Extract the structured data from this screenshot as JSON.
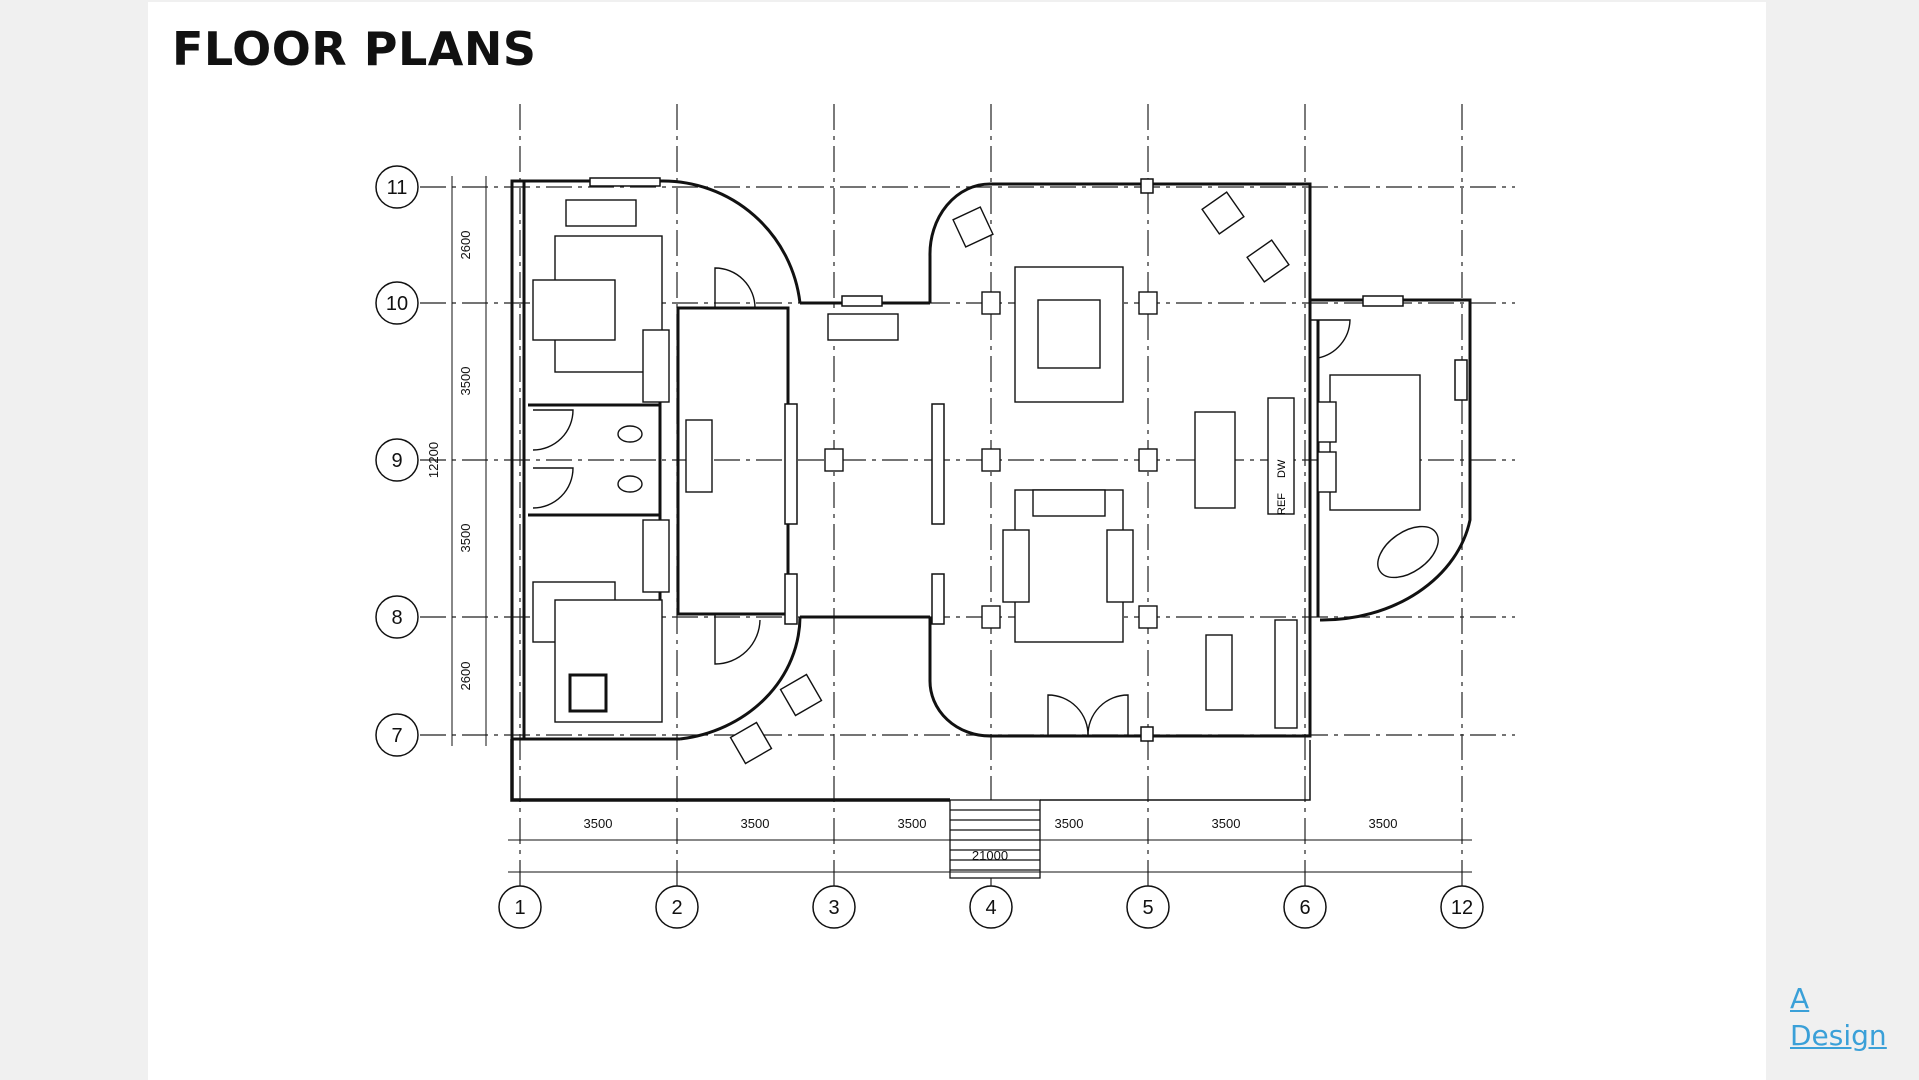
{
  "title": "FLOOR PLANS",
  "brand": {
    "line1": "A",
    "line2": "Design"
  },
  "colors": {
    "accent": "#3aa0d8",
    "text": "#111111",
    "background": "#f0f0f0",
    "slide": "#ffffff"
  },
  "grid": {
    "vertical": [
      "1",
      "2",
      "3",
      "4",
      "5",
      "6",
      "12"
    ],
    "horizontal": [
      "11",
      "10",
      "9",
      "8",
      "7"
    ]
  },
  "dimensions": {
    "horizontal": [
      "3500",
      "3500",
      "3500",
      "3500",
      "3500",
      "3500"
    ],
    "horizontal_total": "21000",
    "vertical": [
      "2600",
      "3500",
      "3500",
      "2600"
    ],
    "vertical_total": "12200"
  },
  "appliances": {
    "refrigerator": "REF",
    "dishwasher": "DW"
  }
}
